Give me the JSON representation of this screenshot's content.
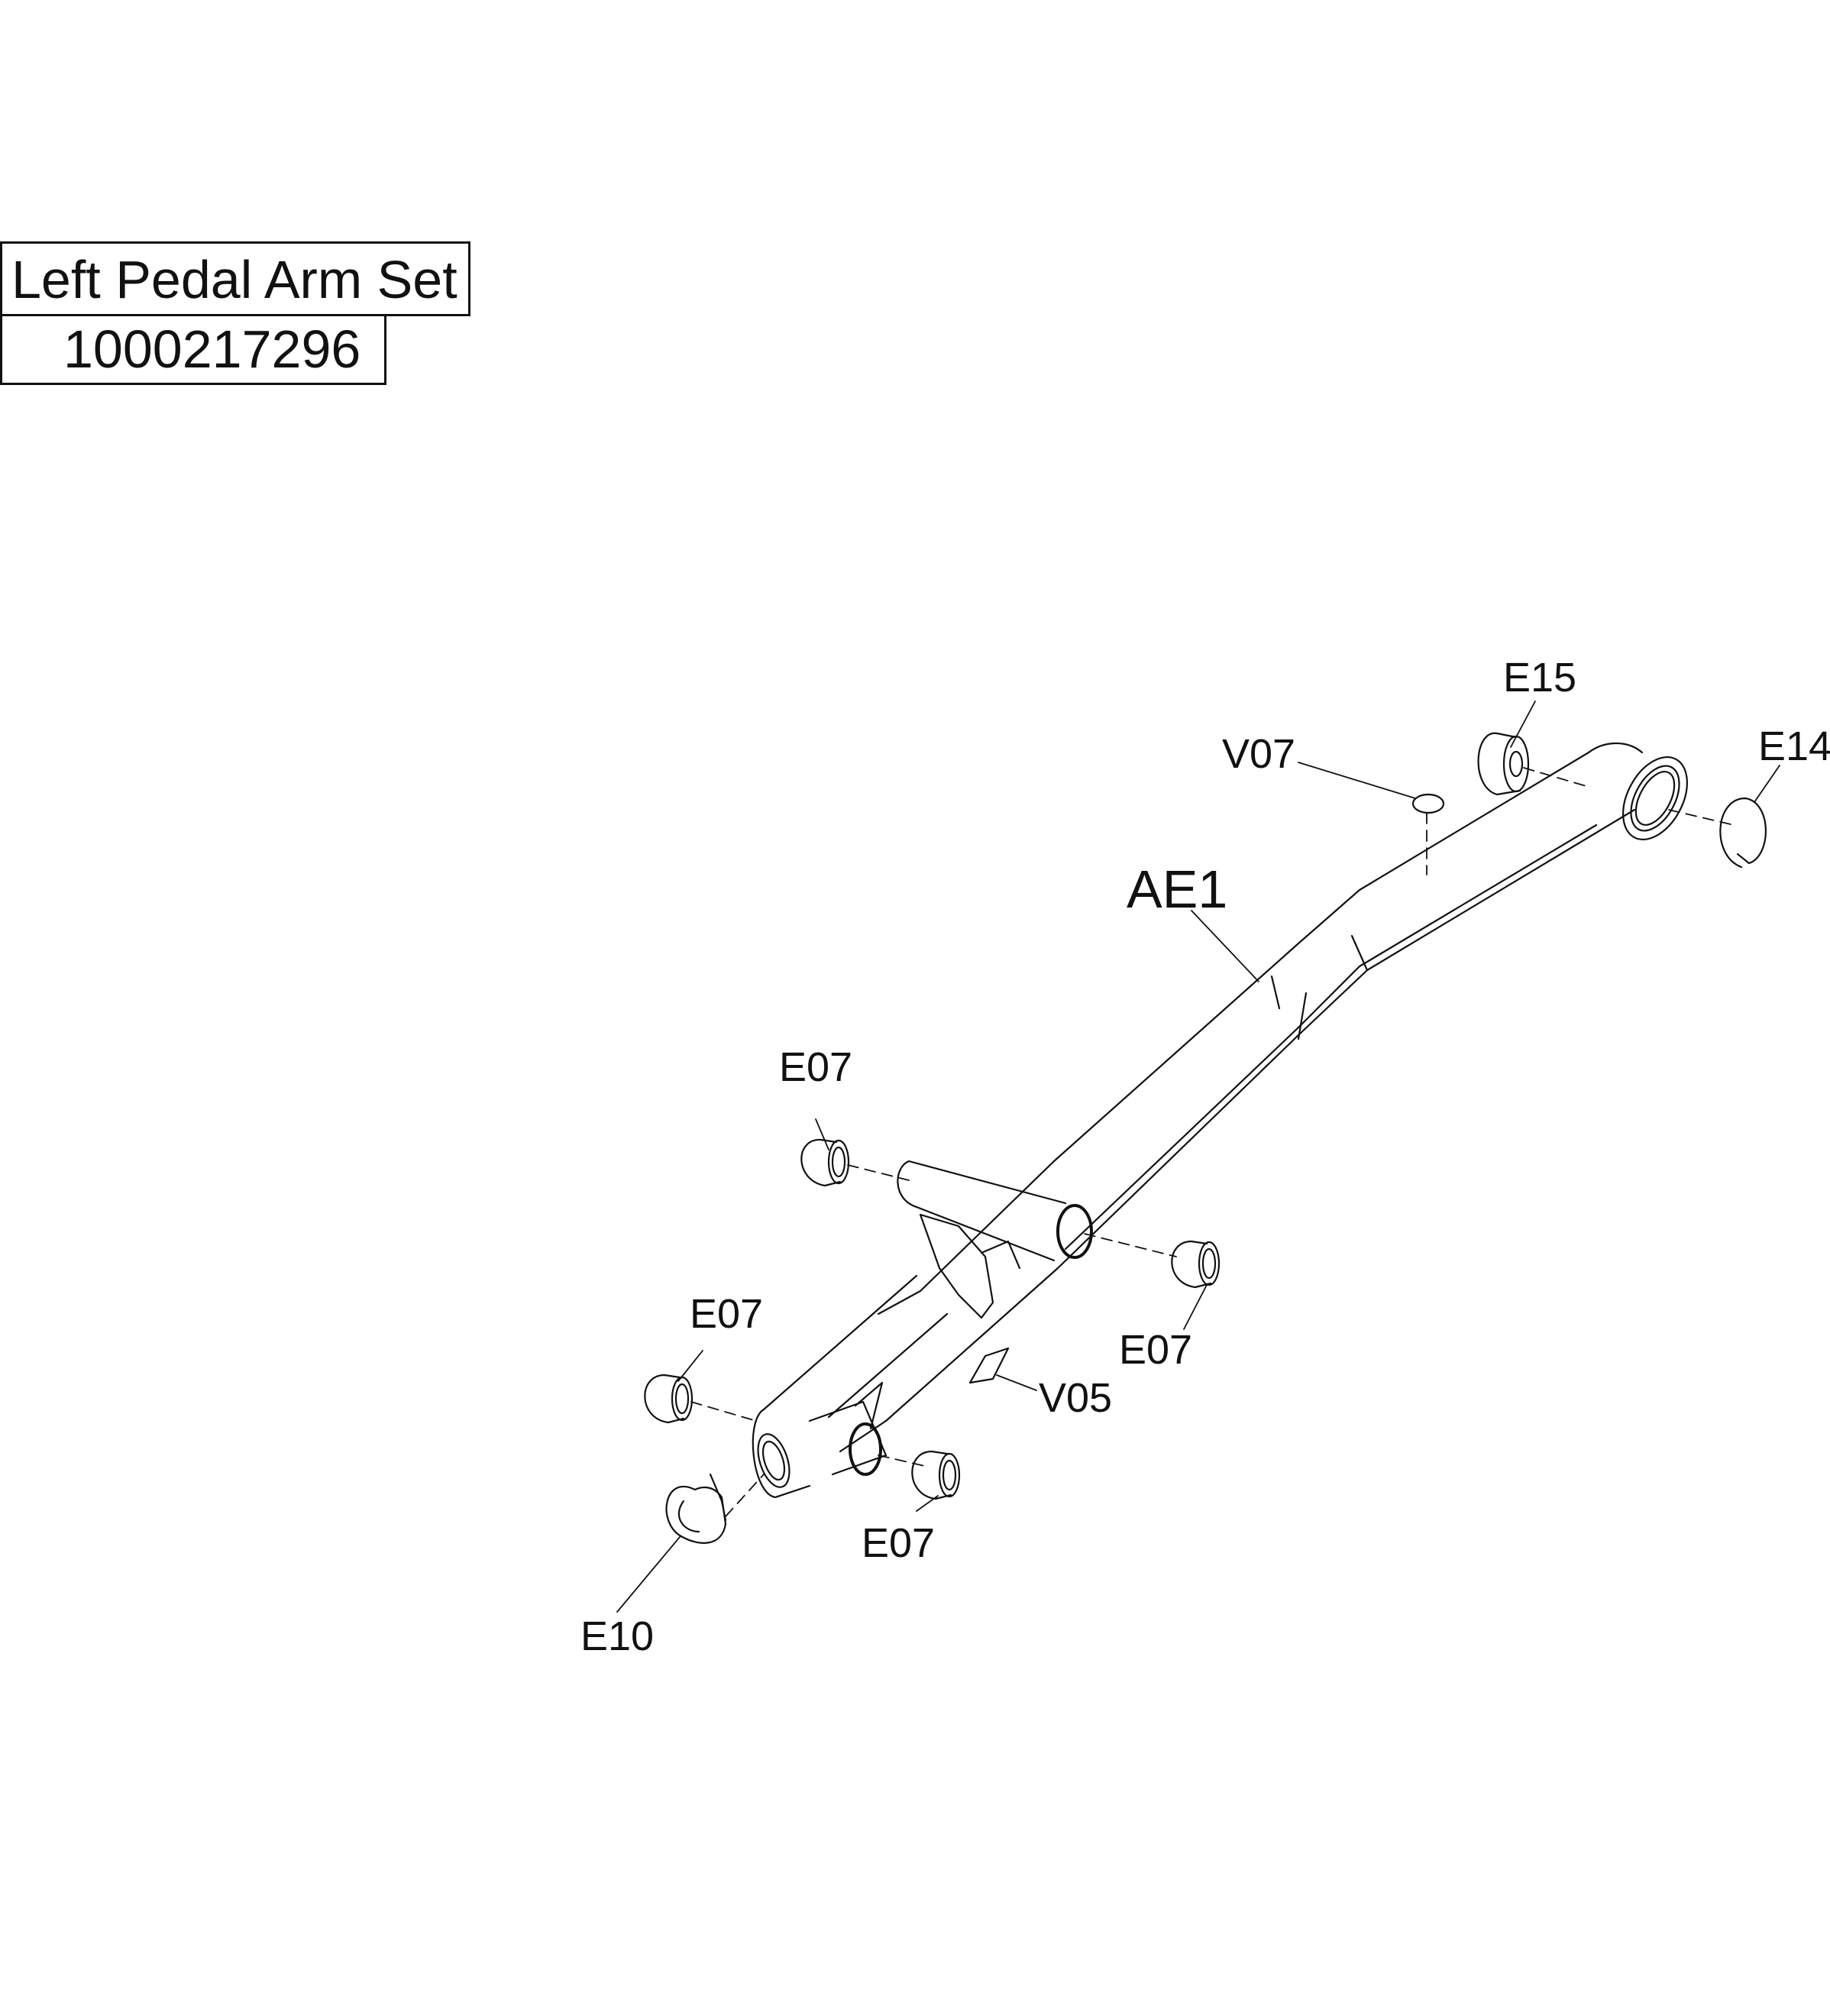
{
  "title": {
    "name": "Left Pedal Arm Set",
    "part_number": "1000217296"
  },
  "callouts": [
    {
      "id": "e15",
      "label": "E15"
    },
    {
      "id": "e14",
      "label": "E14"
    },
    {
      "id": "v07",
      "label": "V07"
    },
    {
      "id": "ae1",
      "label": "AE1"
    },
    {
      "id": "e07a",
      "label": "E07"
    },
    {
      "id": "e07b",
      "label": "E07"
    },
    {
      "id": "e07c",
      "label": "E07"
    },
    {
      "id": "e07d",
      "label": "E07"
    },
    {
      "id": "v05",
      "label": "V05"
    },
    {
      "id": "e10",
      "label": "E10"
    }
  ],
  "colors": {
    "line": "#111111",
    "background": "#ffffff"
  }
}
